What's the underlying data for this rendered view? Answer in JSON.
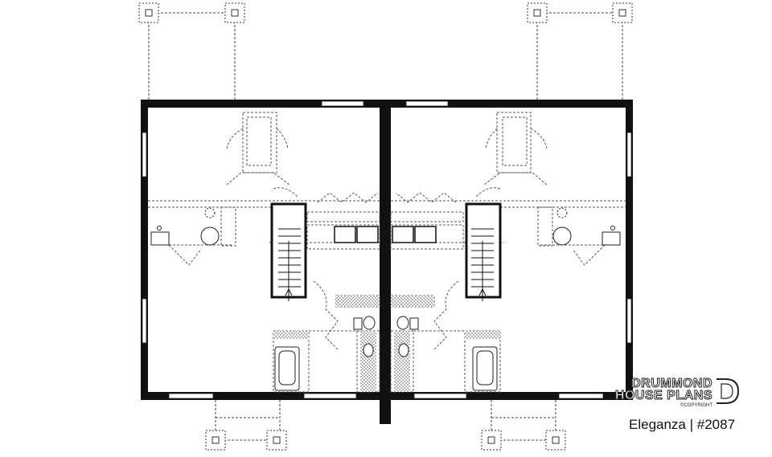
{
  "brand": {
    "line1": "DRUMMOND",
    "line2": "HOUSE PLANS",
    "copyright": "©COPYRIGHT"
  },
  "caption": "Eleganza | #2087",
  "icons": {
    "logo_mark": "d-logo-icon",
    "column": "column-icon",
    "stair_arrow": "up-arrow-icon"
  },
  "colors": {
    "wall": "#111111",
    "dashed_line": "#555555",
    "background": "#ffffff"
  }
}
